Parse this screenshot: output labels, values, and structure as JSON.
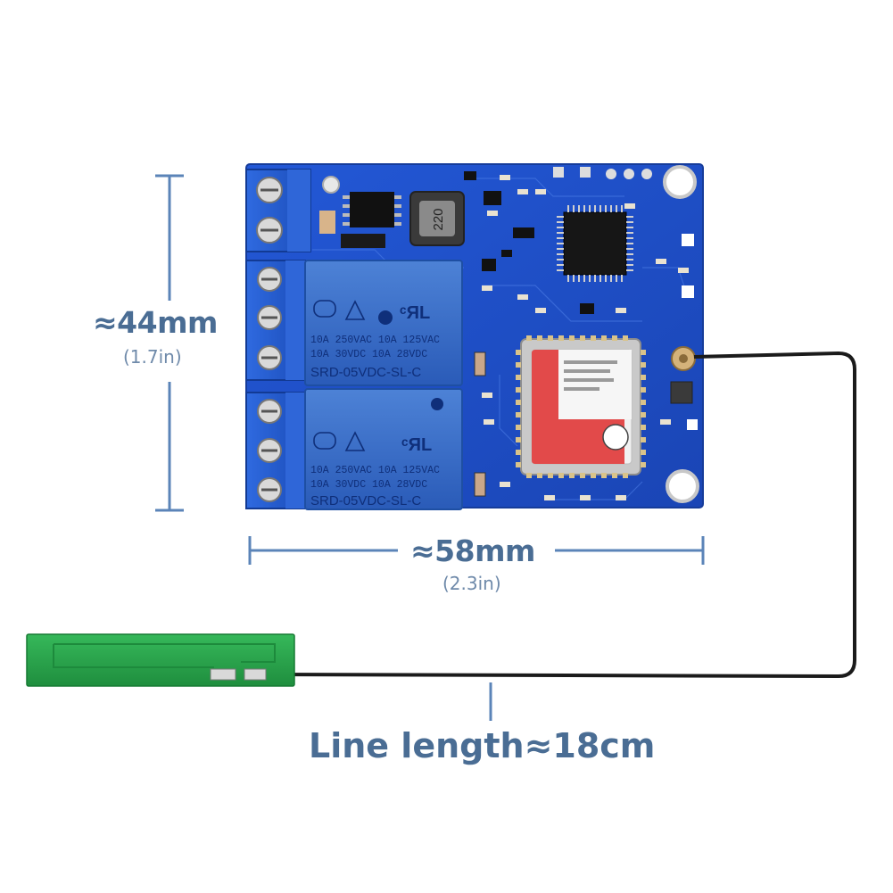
{
  "height": {
    "label": "≈44mm",
    "sub": "(1.7in)"
  },
  "width": {
    "label": "≈58mm",
    "sub": "(2.3in)"
  },
  "line_length": {
    "label": "Line length≈18cm"
  },
  "relays": [
    {
      "spec_line1": "10A 250VAC   10A 125VAC",
      "spec_line2": "10A  30VDC   10A  28VDC",
      "model": "SRD-05VDC-SL-C"
    },
    {
      "spec_line1": "10A 250VAC   10A 125VAC",
      "spec_line2": "10A  30VDC   10A  28VDC",
      "model": "SRD-05VDC-SL-C"
    }
  ],
  "inductor_label": "220",
  "colors": {
    "dimension": "#5b84b8",
    "dimension_text": "#4a6d94",
    "pcb": "#1f4fc9",
    "relay": "#2c63c4",
    "terminal": "#2a5fd0",
    "antenna_pcb": "#27a34a",
    "cable": "#1b1b1b"
  }
}
